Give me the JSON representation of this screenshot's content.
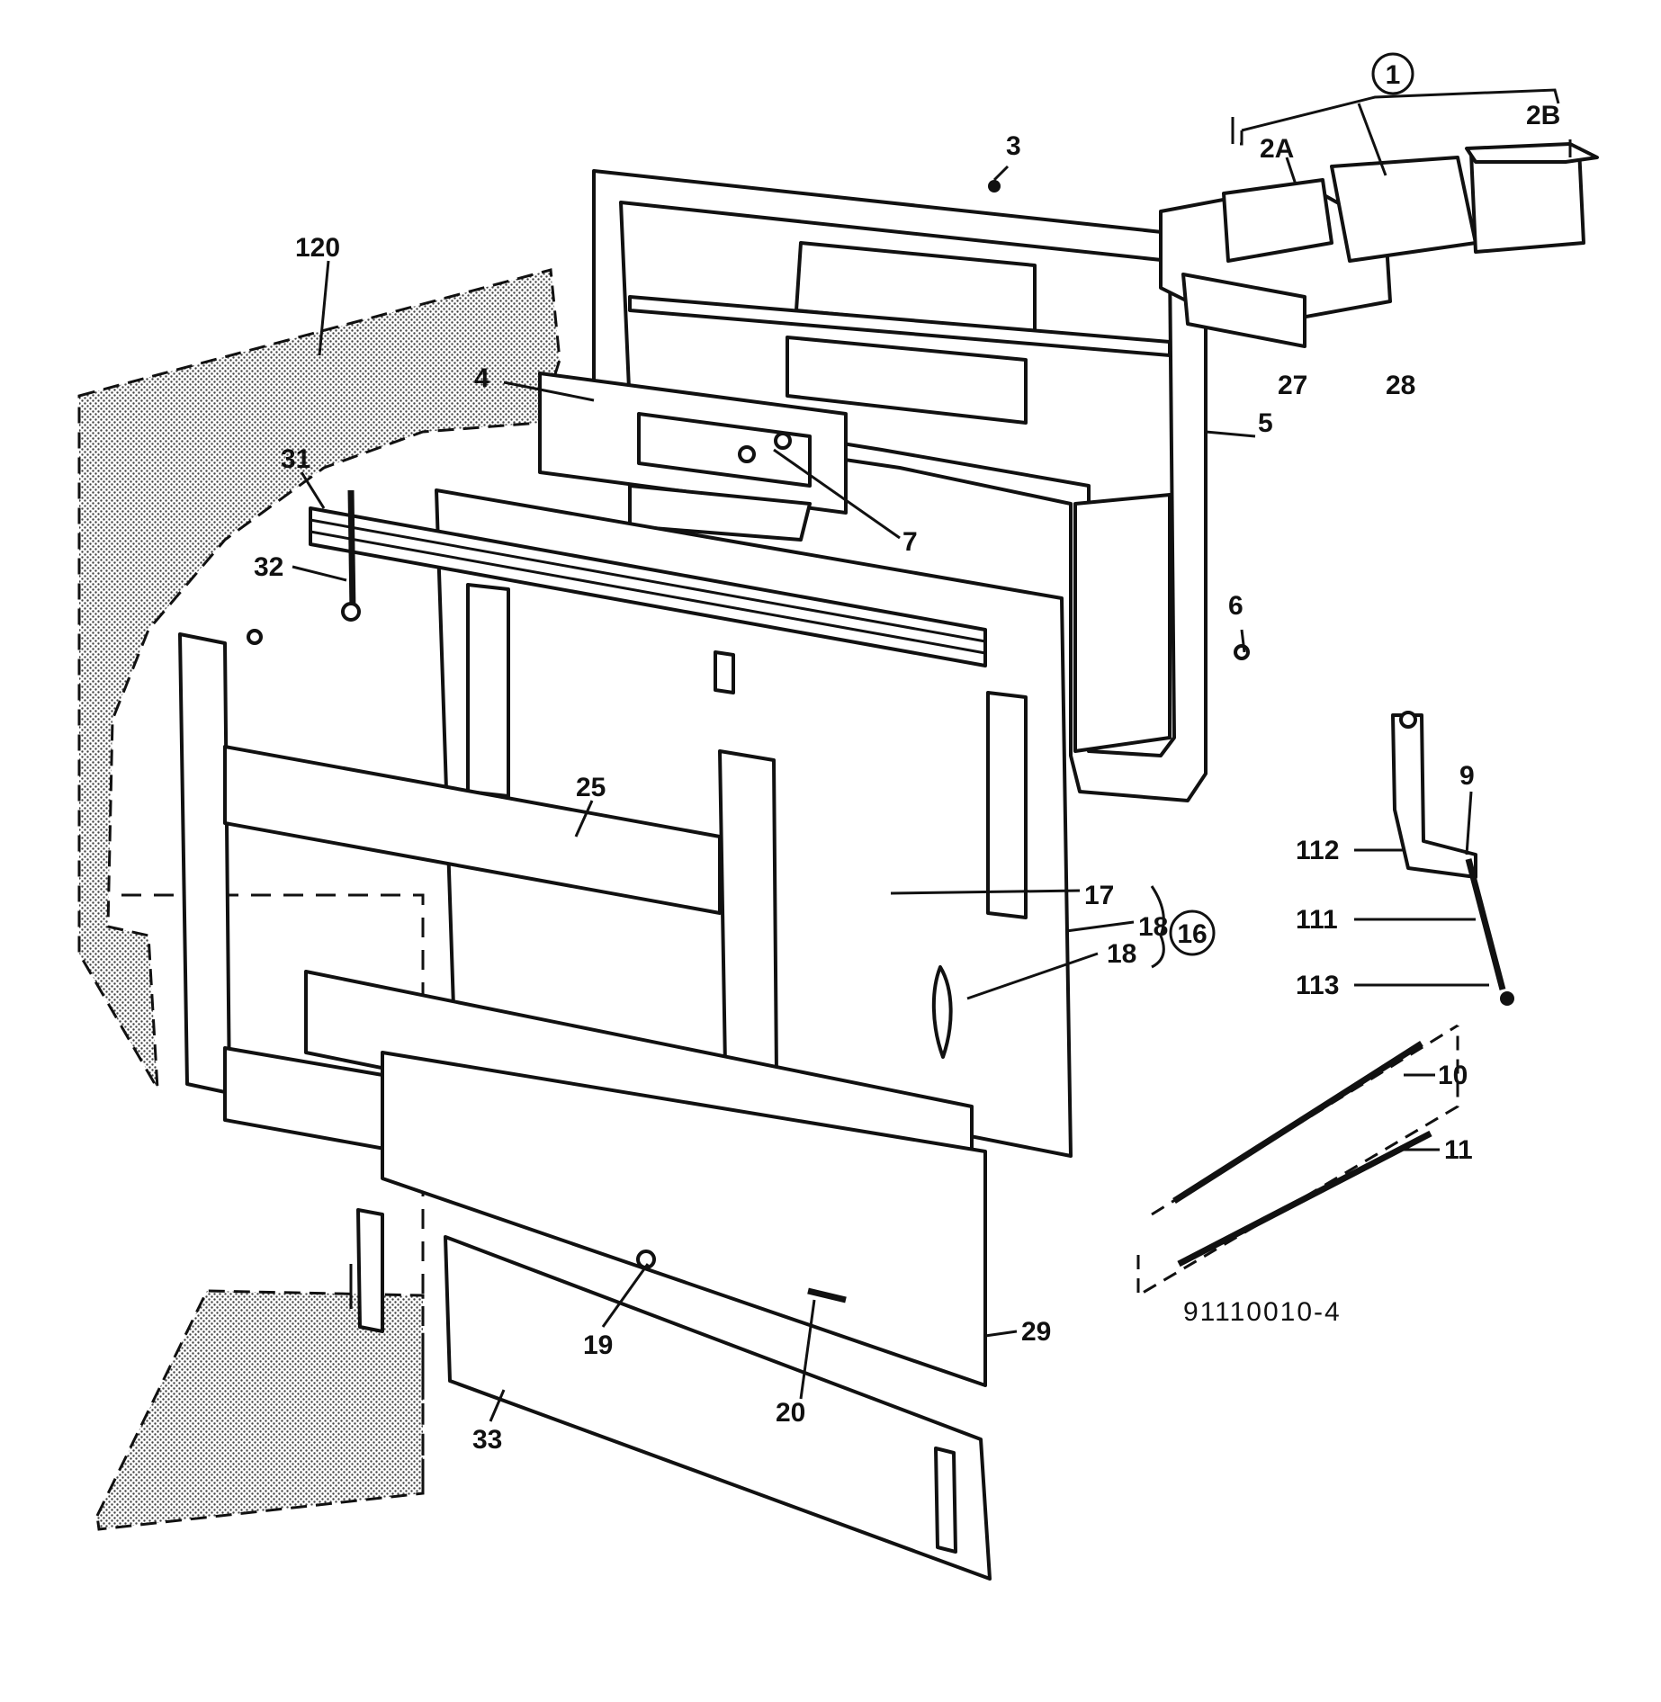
{
  "diagram": {
    "drawing_number": "91110010-4",
    "callouts": {
      "c1": "1",
      "c2A": "2A",
      "c2B": "2B",
      "c3": "3",
      "c4": "4",
      "c5": "5",
      "c6": "6",
      "c7": "7",
      "c9": "9",
      "c10": "10",
      "c11": "11",
      "c16": "16",
      "c17": "17",
      "c18a": "18",
      "c18b": "18",
      "c19": "19",
      "c20": "20",
      "c25": "25",
      "c27": "27",
      "c28": "28",
      "c29": "29",
      "c31": "31",
      "c32": "32",
      "c33": "33",
      "c111": "111",
      "c112": "112",
      "c113": "113",
      "c120": "120"
    }
  }
}
